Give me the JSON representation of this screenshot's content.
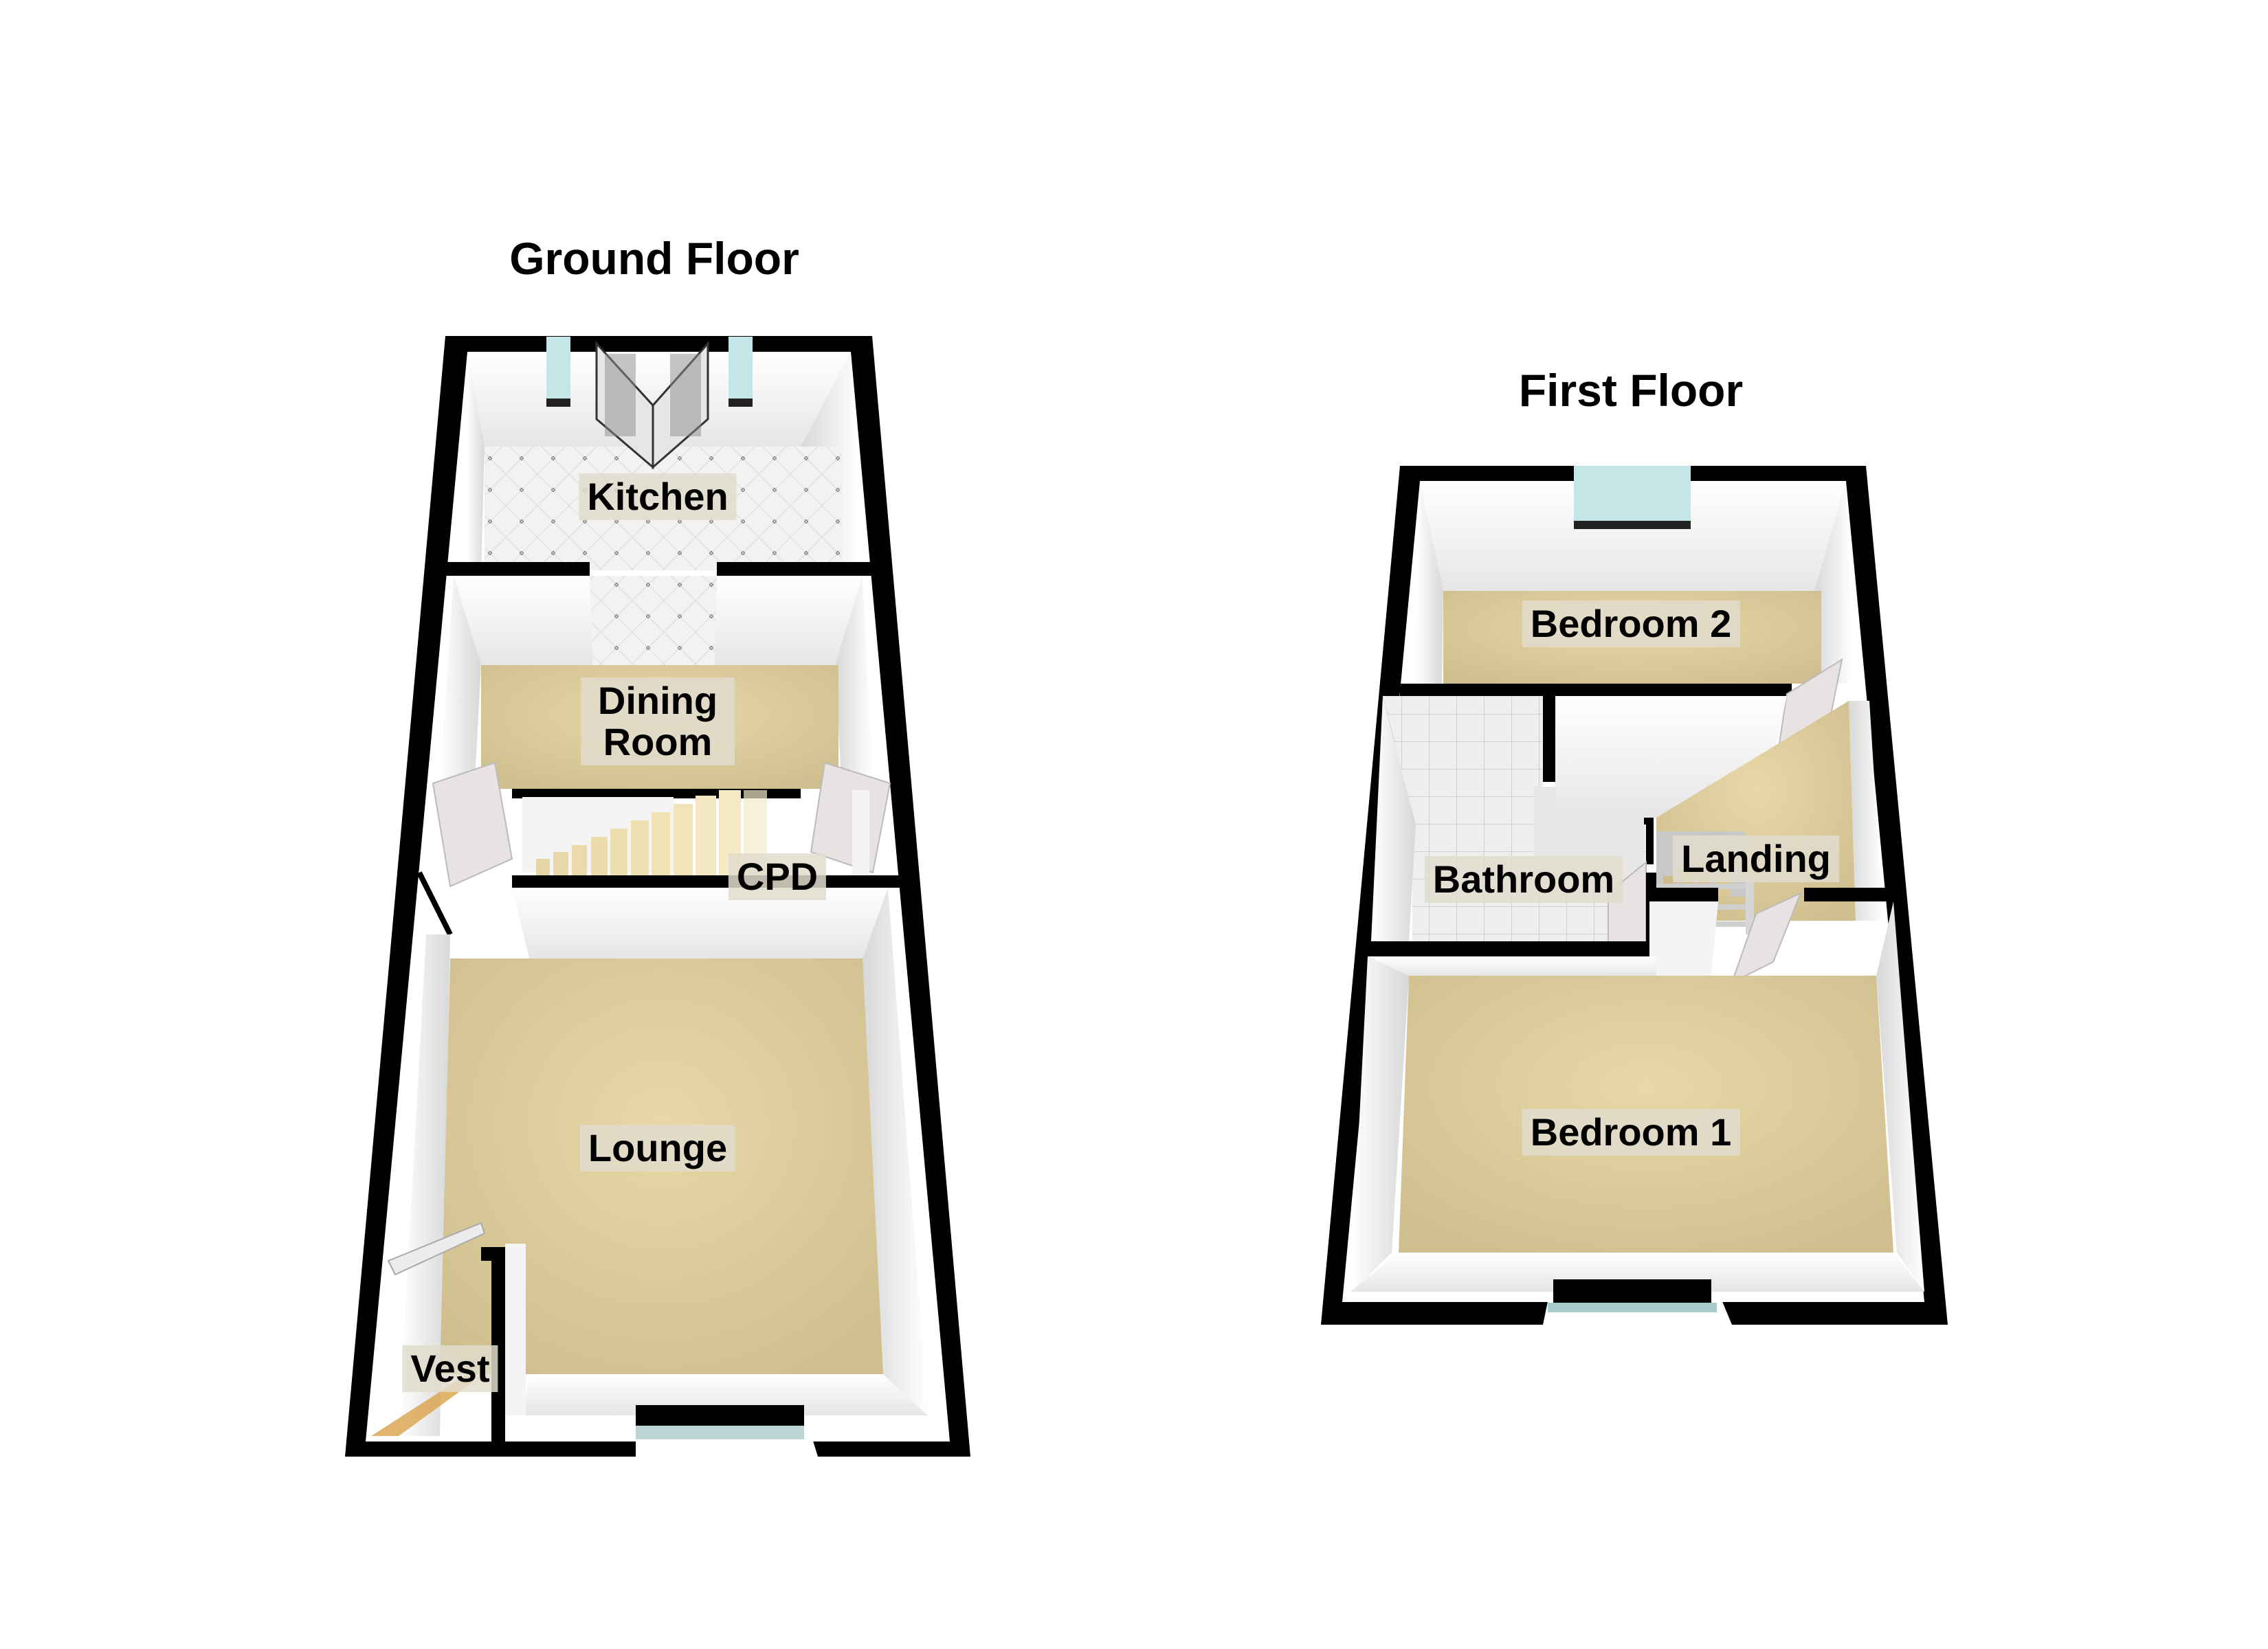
{
  "floors": [
    {
      "title": "Ground Floor",
      "rooms": [
        {
          "label": "Kitchen",
          "floor": "tile"
        },
        {
          "label": "Dining Room",
          "line1": "Dining",
          "line2": "Room",
          "floor": "carpet"
        },
        {
          "label": "CPD",
          "floor": "carpet"
        },
        {
          "label": "Lounge",
          "floor": "carpet"
        },
        {
          "label": "Vest",
          "floor": "carpet"
        }
      ]
    },
    {
      "title": "First Floor",
      "rooms": [
        {
          "label": "Bedroom 2",
          "floor": "carpet"
        },
        {
          "label": "Bathroom",
          "floor": "tile"
        },
        {
          "label": "Landing",
          "floor": "carpet"
        },
        {
          "label": "Bedroom 1",
          "floor": "carpet"
        }
      ]
    }
  ],
  "colors": {
    "wall": "#000000",
    "inner_wall": "#f4f4f4",
    "carpet": "#d9c99a",
    "tile": "#eeeeee",
    "window": "#bfe3e3",
    "label_bg": "#e1dccd"
  }
}
